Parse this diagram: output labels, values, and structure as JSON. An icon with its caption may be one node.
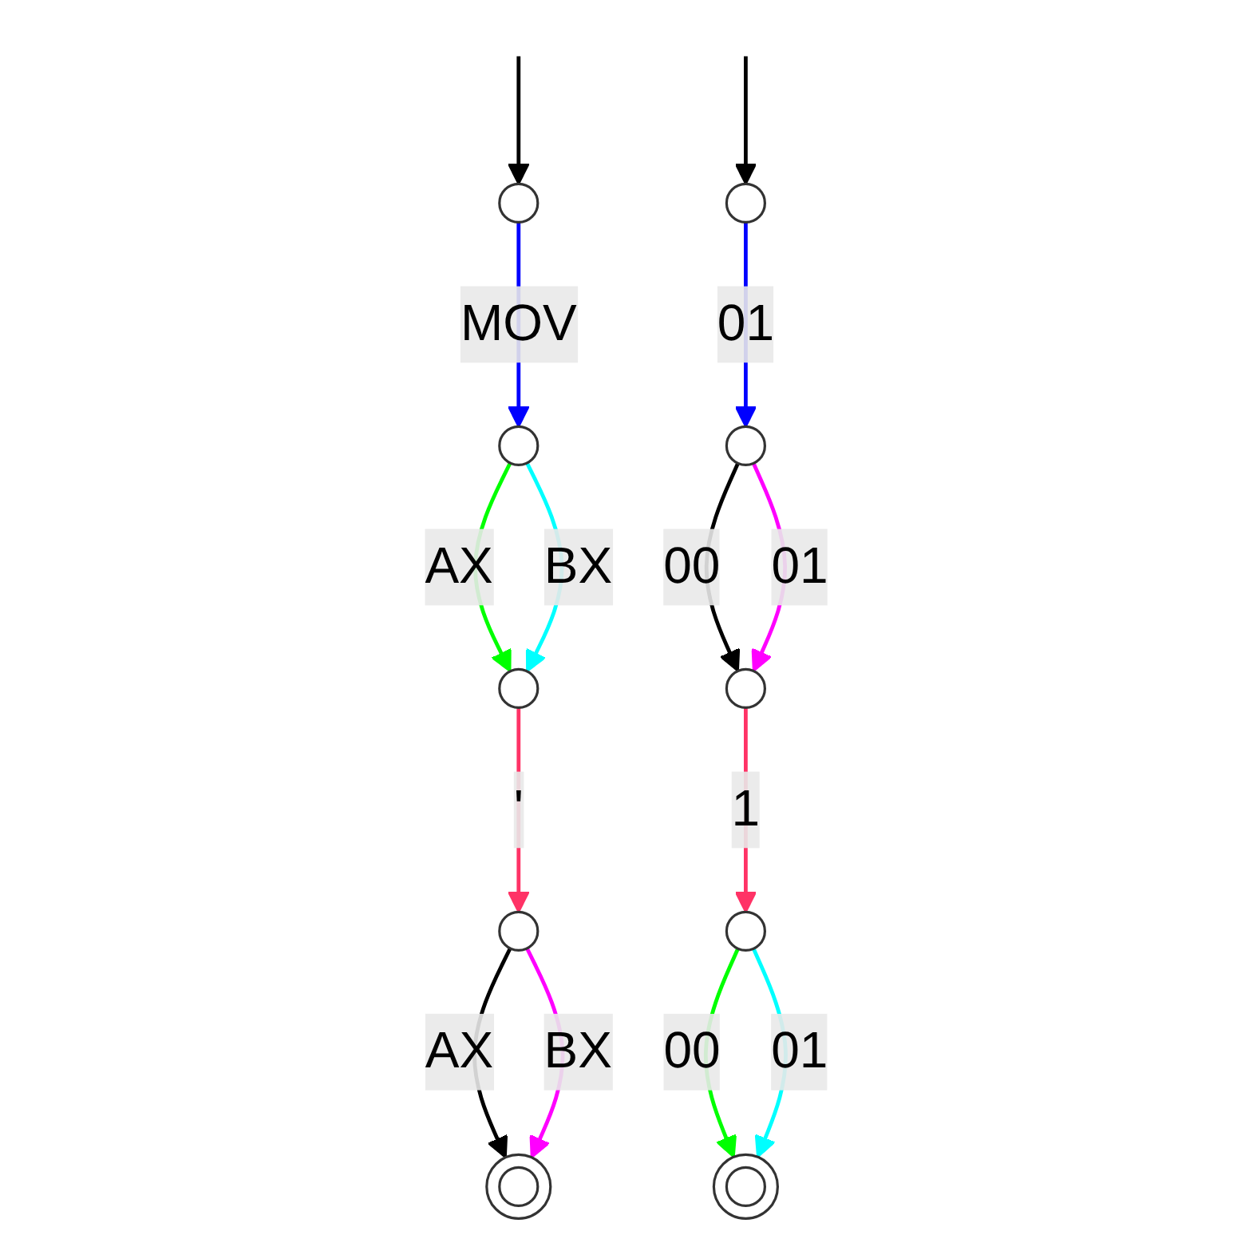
{
  "diagram": {
    "nodes": [
      {
        "text": [],
        "shape": "circle"
      },
      {
        "text": [],
        "shape": "circle"
      },
      {
        "text": [],
        "shape": "circle"
      },
      {
        "text": [],
        "shape": "circle"
      },
      {
        "text": [],
        "shape": "doublecircle"
      },
      {
        "text": [],
        "shape": "circle"
      },
      {
        "text": [],
        "shape": "circle"
      },
      {
        "text": [],
        "shape": "circle"
      },
      {
        "text": [],
        "shape": "circle"
      },
      {
        "text": [],
        "shape": "doublecircle"
      }
    ],
    "edges": [
      {
        "from": null,
        "to": 0,
        "arrow": "to"
      },
      {
        "from": 0,
        "to": 1,
        "arrow": "to",
        "label": "MOV",
        "color": "#0000ff"
      },
      {
        "from": 1,
        "to": 2,
        "arrow": "to",
        "label": "AX",
        "color": "#00ff00"
      },
      {
        "from": 1,
        "to": 2,
        "arrow": "to",
        "label": "BX",
        "color": "#00ffff"
      },
      {
        "from": 2,
        "to": 3,
        "arrow": "to",
        "label": "'",
        "color": "#ff3366"
      },
      {
        "from": 3,
        "to": 4,
        "arrow": "to",
        "label": "AX"
      },
      {
        "from": 3,
        "to": 4,
        "arrow": "to",
        "label": "BX",
        "color": "#ff00ff"
      },
      {
        "from": null,
        "to": 5,
        "arrow": "to"
      },
      {
        "from": 5,
        "to": 6,
        "arrow": "to",
        "label": "01",
        "color": "#0000ff"
      },
      {
        "from": 6,
        "to": 7,
        "arrow": "to",
        "label": "00"
      },
      {
        "from": 6,
        "to": 7,
        "arrow": "to",
        "label": "01",
        "color": "#ff00ff"
      },
      {
        "from": 7,
        "to": 8,
        "arrow": "to",
        "label": "1",
        "color": "#ff3366"
      },
      {
        "from": 8,
        "to": 9,
        "arrow": "to",
        "label": "00",
        "color": "#00ff00"
      },
      {
        "from": 8,
        "to": 9,
        "arrow": "to",
        "label": "01",
        "color": "#00ffff"
      }
    ]
  }
}
